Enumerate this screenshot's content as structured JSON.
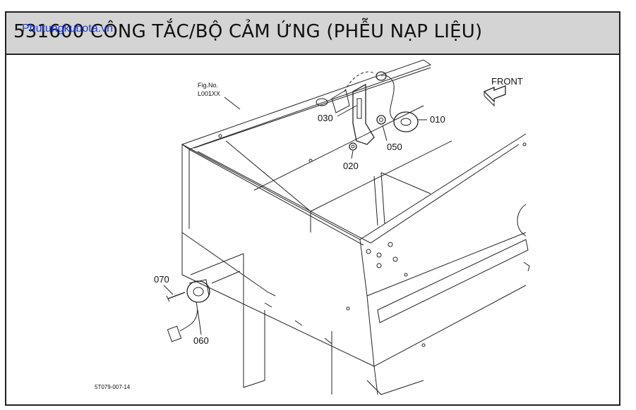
{
  "header": {
    "title": "531600 CÔNG TẮC/BỘ CẢM ỨNG (PHỄU NẠP LIỆU)",
    "watermark": "Phutungkubota.vn"
  },
  "diagram": {
    "fig_no_label": "Fig.No.",
    "fig_no_value": "L001XX",
    "front_label": "FRONT",
    "figure_code": "5T079-007-14",
    "parts": [
      {
        "number": "010"
      },
      {
        "number": "020"
      },
      {
        "number": "030"
      },
      {
        "number": "050"
      },
      {
        "number": "060"
      },
      {
        "number": "070"
      }
    ]
  }
}
